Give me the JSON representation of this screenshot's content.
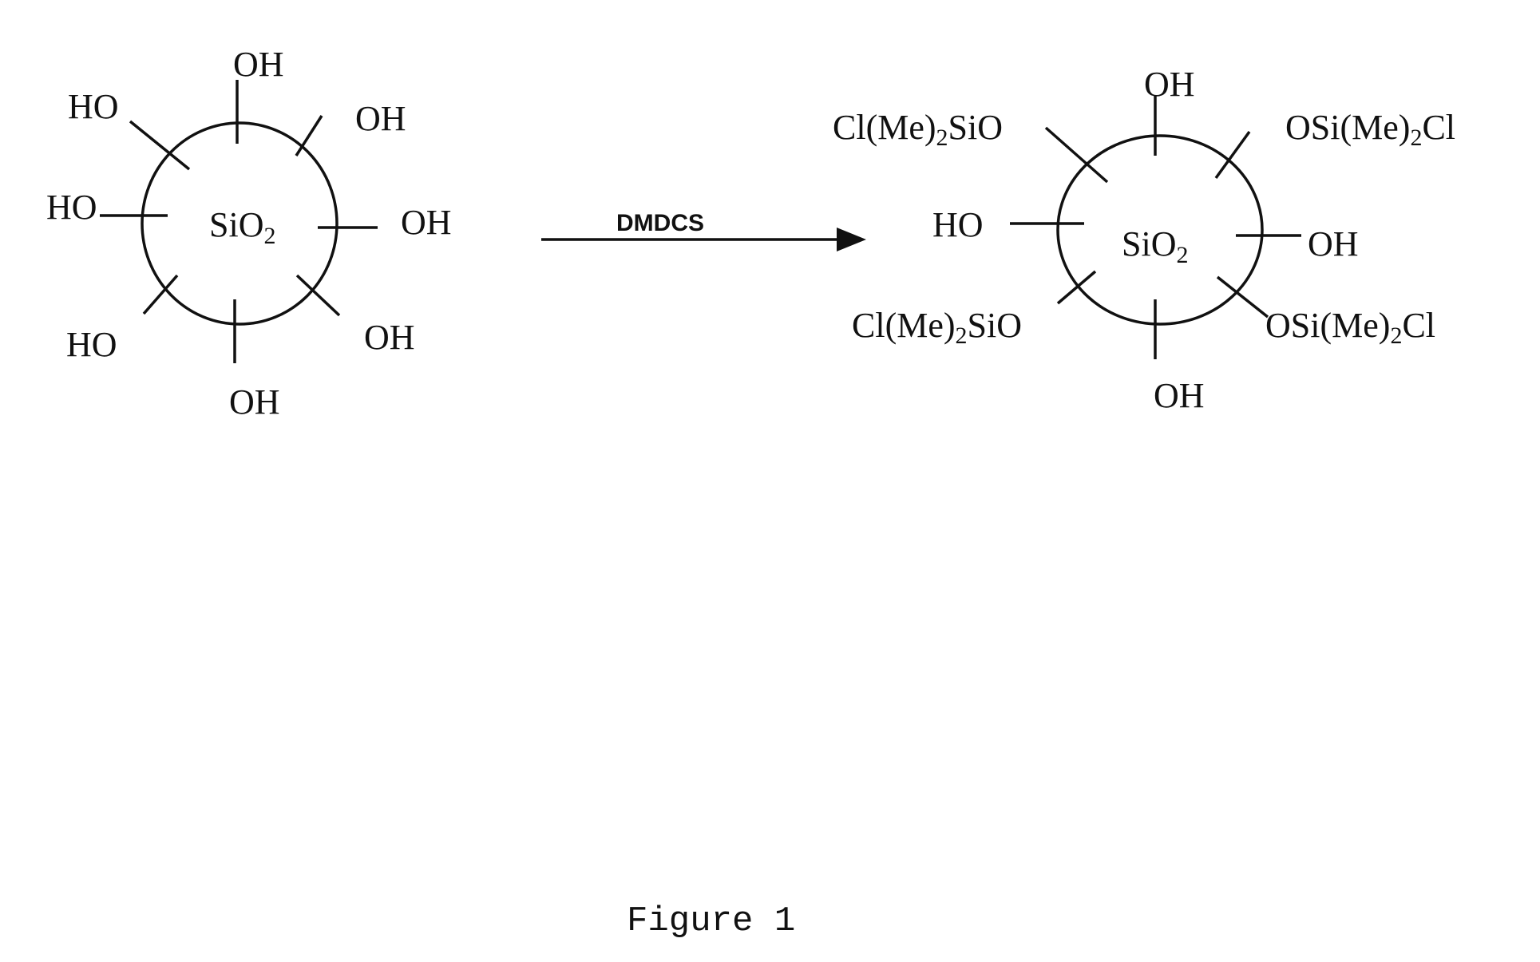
{
  "reactant": {
    "core": "SiO",
    "core_sub": "2",
    "groups": {
      "top": "OH",
      "upper_right": "OH",
      "right": "OH",
      "lower_right": "OH",
      "bottom": "OH",
      "lower_left": "HO",
      "left": "HO",
      "upper_left": "HO"
    }
  },
  "reagent": "DMDCS",
  "product": {
    "core": "SiO",
    "core_sub": "2",
    "groups": {
      "top": "OH",
      "right": "OH",
      "bottom": "OH",
      "left": "HO",
      "upper_left_pre": "Cl(Me)",
      "upper_left_sub": "2",
      "upper_left_post": "SiO",
      "lower_left_pre": "Cl(Me)",
      "lower_left_sub": "2",
      "lower_left_post": "SiO",
      "upper_right_pre": "OSi(Me)",
      "upper_right_sub": "2",
      "upper_right_post": "Cl",
      "lower_right_pre": "OSi(Me)",
      "lower_right_sub": "2",
      "lower_right_post": "Cl"
    }
  },
  "caption": "Figure 1"
}
